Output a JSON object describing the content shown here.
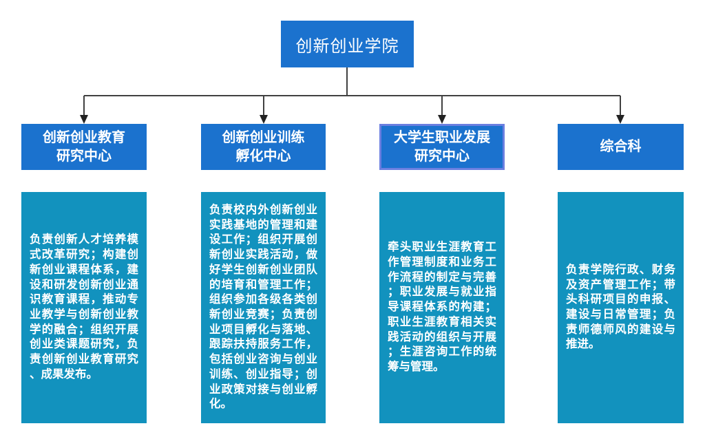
{
  "diagram": {
    "root": {
      "label": "创新创业学院"
    },
    "departments": [
      {
        "title": "创新创业教育\n研究中心",
        "description": "负责创新人才培养模式改革研究；构建创新创业课程体系，建设和研发创新创业通识教育课程，推动专业教学与创新创业教学的融合；组织开展创业类课题研究，负责创新创业教育研究、成果发布。",
        "selected": false
      },
      {
        "title": "创新创业训练\n孵化中心",
        "description": "负责校内外创新创业实践基地的管理和建设工作；组织开展创新创业实践活动，做好学生创新创业团队的培育和管理工作；组织参加各级各类创新创业竞赛；负责创业项目孵化与落地、跟踪扶持服务工作，包括创业咨询与创业训练、创业指导；创业政策对接与创业孵化。",
        "selected": true
      },
      {
        "title": "大学生职业发展\n研究中心",
        "description": "牵头职业生涯教育工作管理制度和业务工作流程的制定与完善；职业发展与就业指导课程体系的构建；职业生涯教育相关实践活动的组织与开展；生涯咨询工作的统筹与管理。",
        "selected": true
      },
      {
        "title": "综合科",
        "description": "负责学院行政、财务及资产管理工作；带头科研项目的申报、建设与日常管理；负责师德师风的建设与推进。",
        "selected": false
      }
    ],
    "colors": {
      "node_fill": "#1b72ce",
      "description_fill": "#1292be",
      "selected_border": "#6b7fe0",
      "connector_line": "#404040",
      "text": "#ffffff"
    }
  }
}
